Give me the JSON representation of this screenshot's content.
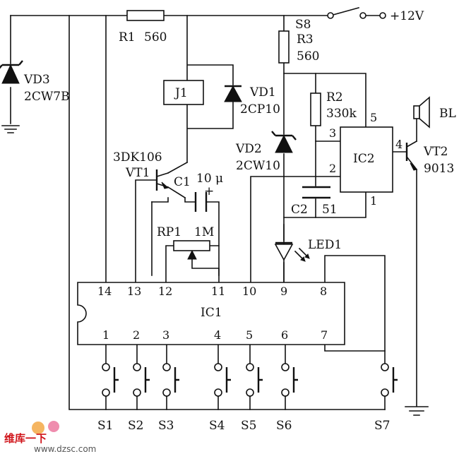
{
  "switch_main": {
    "ref": "S8",
    "voltage": "+12V"
  },
  "resistors": [
    {
      "ref": "R1",
      "value": "560"
    },
    {
      "ref": "R3",
      "value": "560"
    },
    {
      "ref": "R2",
      "value": "330k"
    }
  ],
  "relay": {
    "ref": "J1"
  },
  "diodes": [
    {
      "ref": "VD1",
      "part": "2CP10"
    },
    {
      "ref": "VD2",
      "part": "2CW10"
    },
    {
      "ref": "VD3",
      "part": "2CW7B"
    }
  ],
  "transistors": [
    {
      "ref": "VT1",
      "part": "3DK106"
    },
    {
      "ref": "VT2",
      "part": "9013"
    }
  ],
  "capacitors": [
    {
      "ref": "C1",
      "value": "10 μ",
      "polarity": "+"
    },
    {
      "ref": "C2",
      "value": "51"
    }
  ],
  "potentiometer": {
    "ref": "RP1",
    "value": "1M"
  },
  "led": {
    "ref": "LED1"
  },
  "speaker": {
    "ref": "BL"
  },
  "ic1": {
    "ref": "IC1",
    "top_pins": [
      "14",
      "13",
      "12",
      "11",
      "10",
      "9",
      "8"
    ],
    "bottom_pins": [
      "1",
      "2",
      "3",
      "4",
      "5",
      "6",
      "7"
    ]
  },
  "ic2": {
    "ref": "IC2",
    "pins": [
      "3",
      "2",
      "5",
      "4",
      "1"
    ]
  },
  "buttons": [
    "S1",
    "S2",
    "S3",
    "S4",
    "S5",
    "S6",
    "S7"
  ],
  "watermark": {
    "logo_text": "维库一下",
    "site": "www.dzsc.com"
  }
}
